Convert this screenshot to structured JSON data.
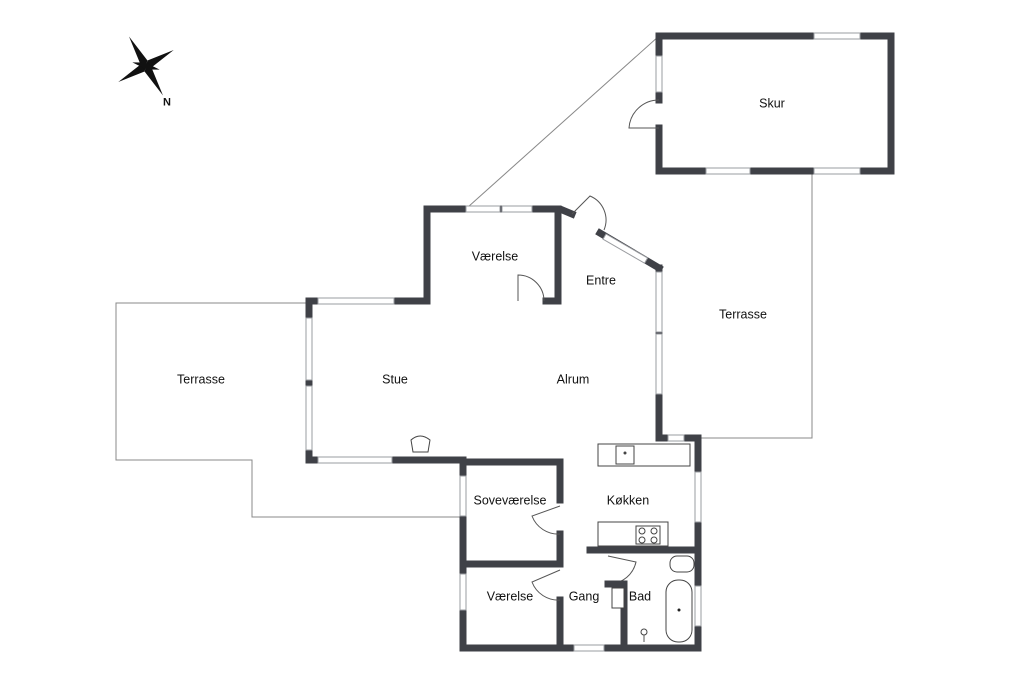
{
  "plan": {
    "rooms": {
      "skur": "Skur",
      "vaerelse_top": "Værelse",
      "entre": "Entre",
      "terrasse_right": "Terrasse",
      "terrasse_left": "Terrasse",
      "stue": "Stue",
      "alrum": "Alrum",
      "sovevaerelse": "Soveværelse",
      "kokken": "Køkken",
      "vaerelse_bottom": "Værelse",
      "gang": "Gang",
      "bad": "Bad"
    },
    "compass": {
      "label": "N"
    }
  }
}
